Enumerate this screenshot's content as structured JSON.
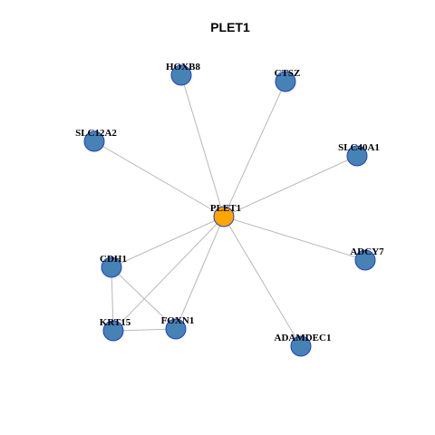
{
  "title": "PLET1",
  "colors": {
    "hub_fill": "#FFA500",
    "node_fill": "#4682B4",
    "node_border": "#1F3FCC",
    "edge": "#B8B8B8"
  },
  "nodes": [
    {
      "id": "PLET1",
      "label": "PLET1",
      "type": "hub"
    },
    {
      "id": "HOXB8",
      "label": "HOXB8",
      "type": "gene"
    },
    {
      "id": "CTSZ",
      "label": "CTSZ",
      "type": "gene"
    },
    {
      "id": "SLC12A2",
      "label": "SLC12A2",
      "type": "gene"
    },
    {
      "id": "SLC40A1",
      "label": "SLC40A1",
      "type": "gene"
    },
    {
      "id": "ADCY7",
      "label": "ADCY7",
      "type": "gene"
    },
    {
      "id": "CDH1",
      "label": "CDH1",
      "type": "gene"
    },
    {
      "id": "KRT15",
      "label": "KRT15",
      "type": "gene"
    },
    {
      "id": "FOXN1",
      "label": "FOXN1",
      "type": "gene"
    },
    {
      "id": "ADAMDEC1",
      "label": "ADAMDEC1",
      "type": "gene"
    }
  ],
  "edges": [
    [
      "PLET1",
      "HOXB8"
    ],
    [
      "PLET1",
      "CTSZ"
    ],
    [
      "PLET1",
      "SLC12A2"
    ],
    [
      "PLET1",
      "SLC40A1"
    ],
    [
      "PLET1",
      "ADCY7"
    ],
    [
      "PLET1",
      "CDH1"
    ],
    [
      "PLET1",
      "KRT15"
    ],
    [
      "PLET1",
      "FOXN1"
    ],
    [
      "PLET1",
      "ADAMDEC1"
    ],
    [
      "CDH1",
      "KRT15"
    ],
    [
      "CDH1",
      "FOXN1"
    ],
    [
      "KRT15",
      "FOXN1"
    ]
  ]
}
